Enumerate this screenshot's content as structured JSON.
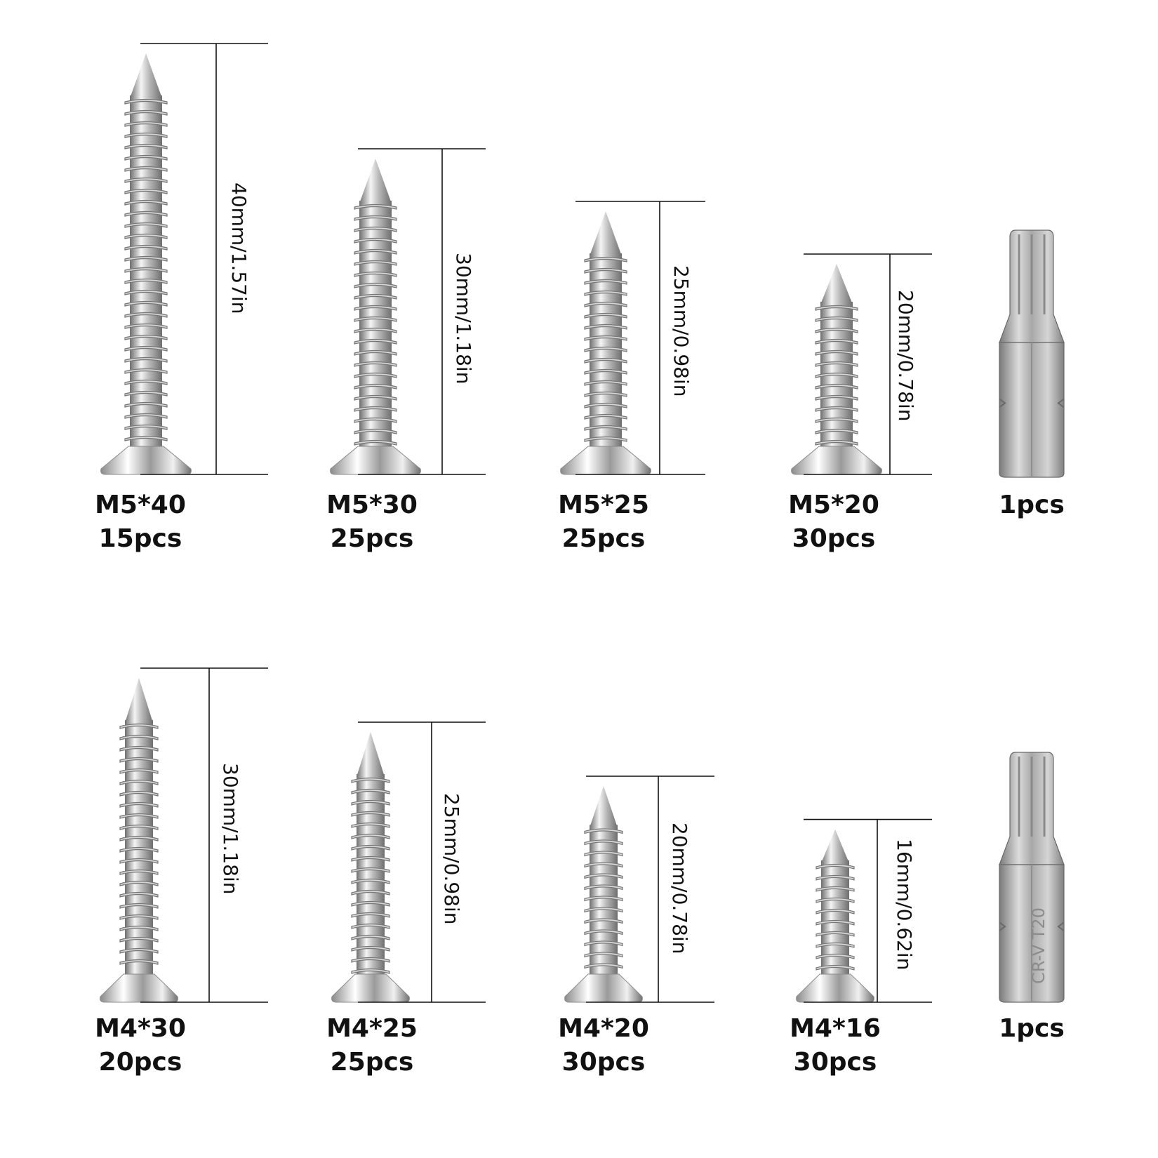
{
  "colors": {
    "line": "#111111",
    "steel_light": "#f2f2f2",
    "steel_mid": "#b9b9b9",
    "steel_dark": "#6e6e6e",
    "bit_light": "#d7d7d7",
    "bit_dark": "#7a7a7a",
    "text": "#111111"
  },
  "screw_icon": "flat-head-wood-screw-icon",
  "bit_icon": "torx-bit-icon",
  "rows": [
    {
      "items": [
        {
          "size": "M5*40",
          "qty": "15pcs",
          "dimension": "40mm/1.57in",
          "length_mm": 40
        },
        {
          "size": "M5*30",
          "qty": "25pcs",
          "dimension": "30mm/1.18in",
          "length_mm": 30
        },
        {
          "size": "M5*25",
          "qty": "25pcs",
          "dimension": "25mm/0.98in",
          "length_mm": 25
        },
        {
          "size": "M5*20",
          "qty": "30pcs",
          "dimension": "20mm/0.78in",
          "length_mm": 20
        }
      ],
      "bit": {
        "qty": "1pcs",
        "engraving": ""
      }
    },
    {
      "items": [
        {
          "size": "M4*30",
          "qty": "20pcs",
          "dimension": "30mm/1.18in",
          "length_mm": 30
        },
        {
          "size": "M4*25",
          "qty": "25pcs",
          "dimension": "25mm/0.98in",
          "length_mm": 25
        },
        {
          "size": "M4*20",
          "qty": "30pcs",
          "dimension": "20mm/0.78in",
          "length_mm": 20
        },
        {
          "size": "M4*16",
          "qty": "30pcs",
          "dimension": "16mm/0.62in",
          "length_mm": 16
        }
      ],
      "bit": {
        "qty": "1pcs",
        "engraving": "CR-V T20"
      }
    }
  ]
}
